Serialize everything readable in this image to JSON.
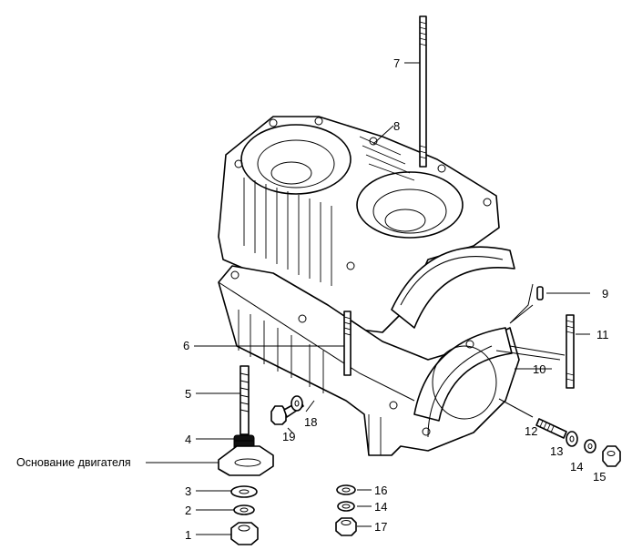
{
  "diagram": {
    "caption": "Основание двигателя",
    "callouts": [
      {
        "id": "c1",
        "label": "1"
      },
      {
        "id": "c2",
        "label": "2"
      },
      {
        "id": "c3",
        "label": "3"
      },
      {
        "id": "c4",
        "label": "4"
      },
      {
        "id": "c5",
        "label": "5"
      },
      {
        "id": "c6",
        "label": "6"
      },
      {
        "id": "c7",
        "label": "7"
      },
      {
        "id": "c8",
        "label": "8"
      },
      {
        "id": "c9",
        "label": "9"
      },
      {
        "id": "c10",
        "label": "10"
      },
      {
        "id": "c11",
        "label": "11"
      },
      {
        "id": "c12",
        "label": "12"
      },
      {
        "id": "c13",
        "label": "13"
      },
      {
        "id": "c14a",
        "label": "14"
      },
      {
        "id": "c14b",
        "label": "14"
      },
      {
        "id": "c15",
        "label": "15"
      },
      {
        "id": "c16",
        "label": "16"
      },
      {
        "id": "c17",
        "label": "17"
      },
      {
        "id": "c18",
        "label": "18"
      },
      {
        "id": "c19",
        "label": "19"
      }
    ]
  }
}
